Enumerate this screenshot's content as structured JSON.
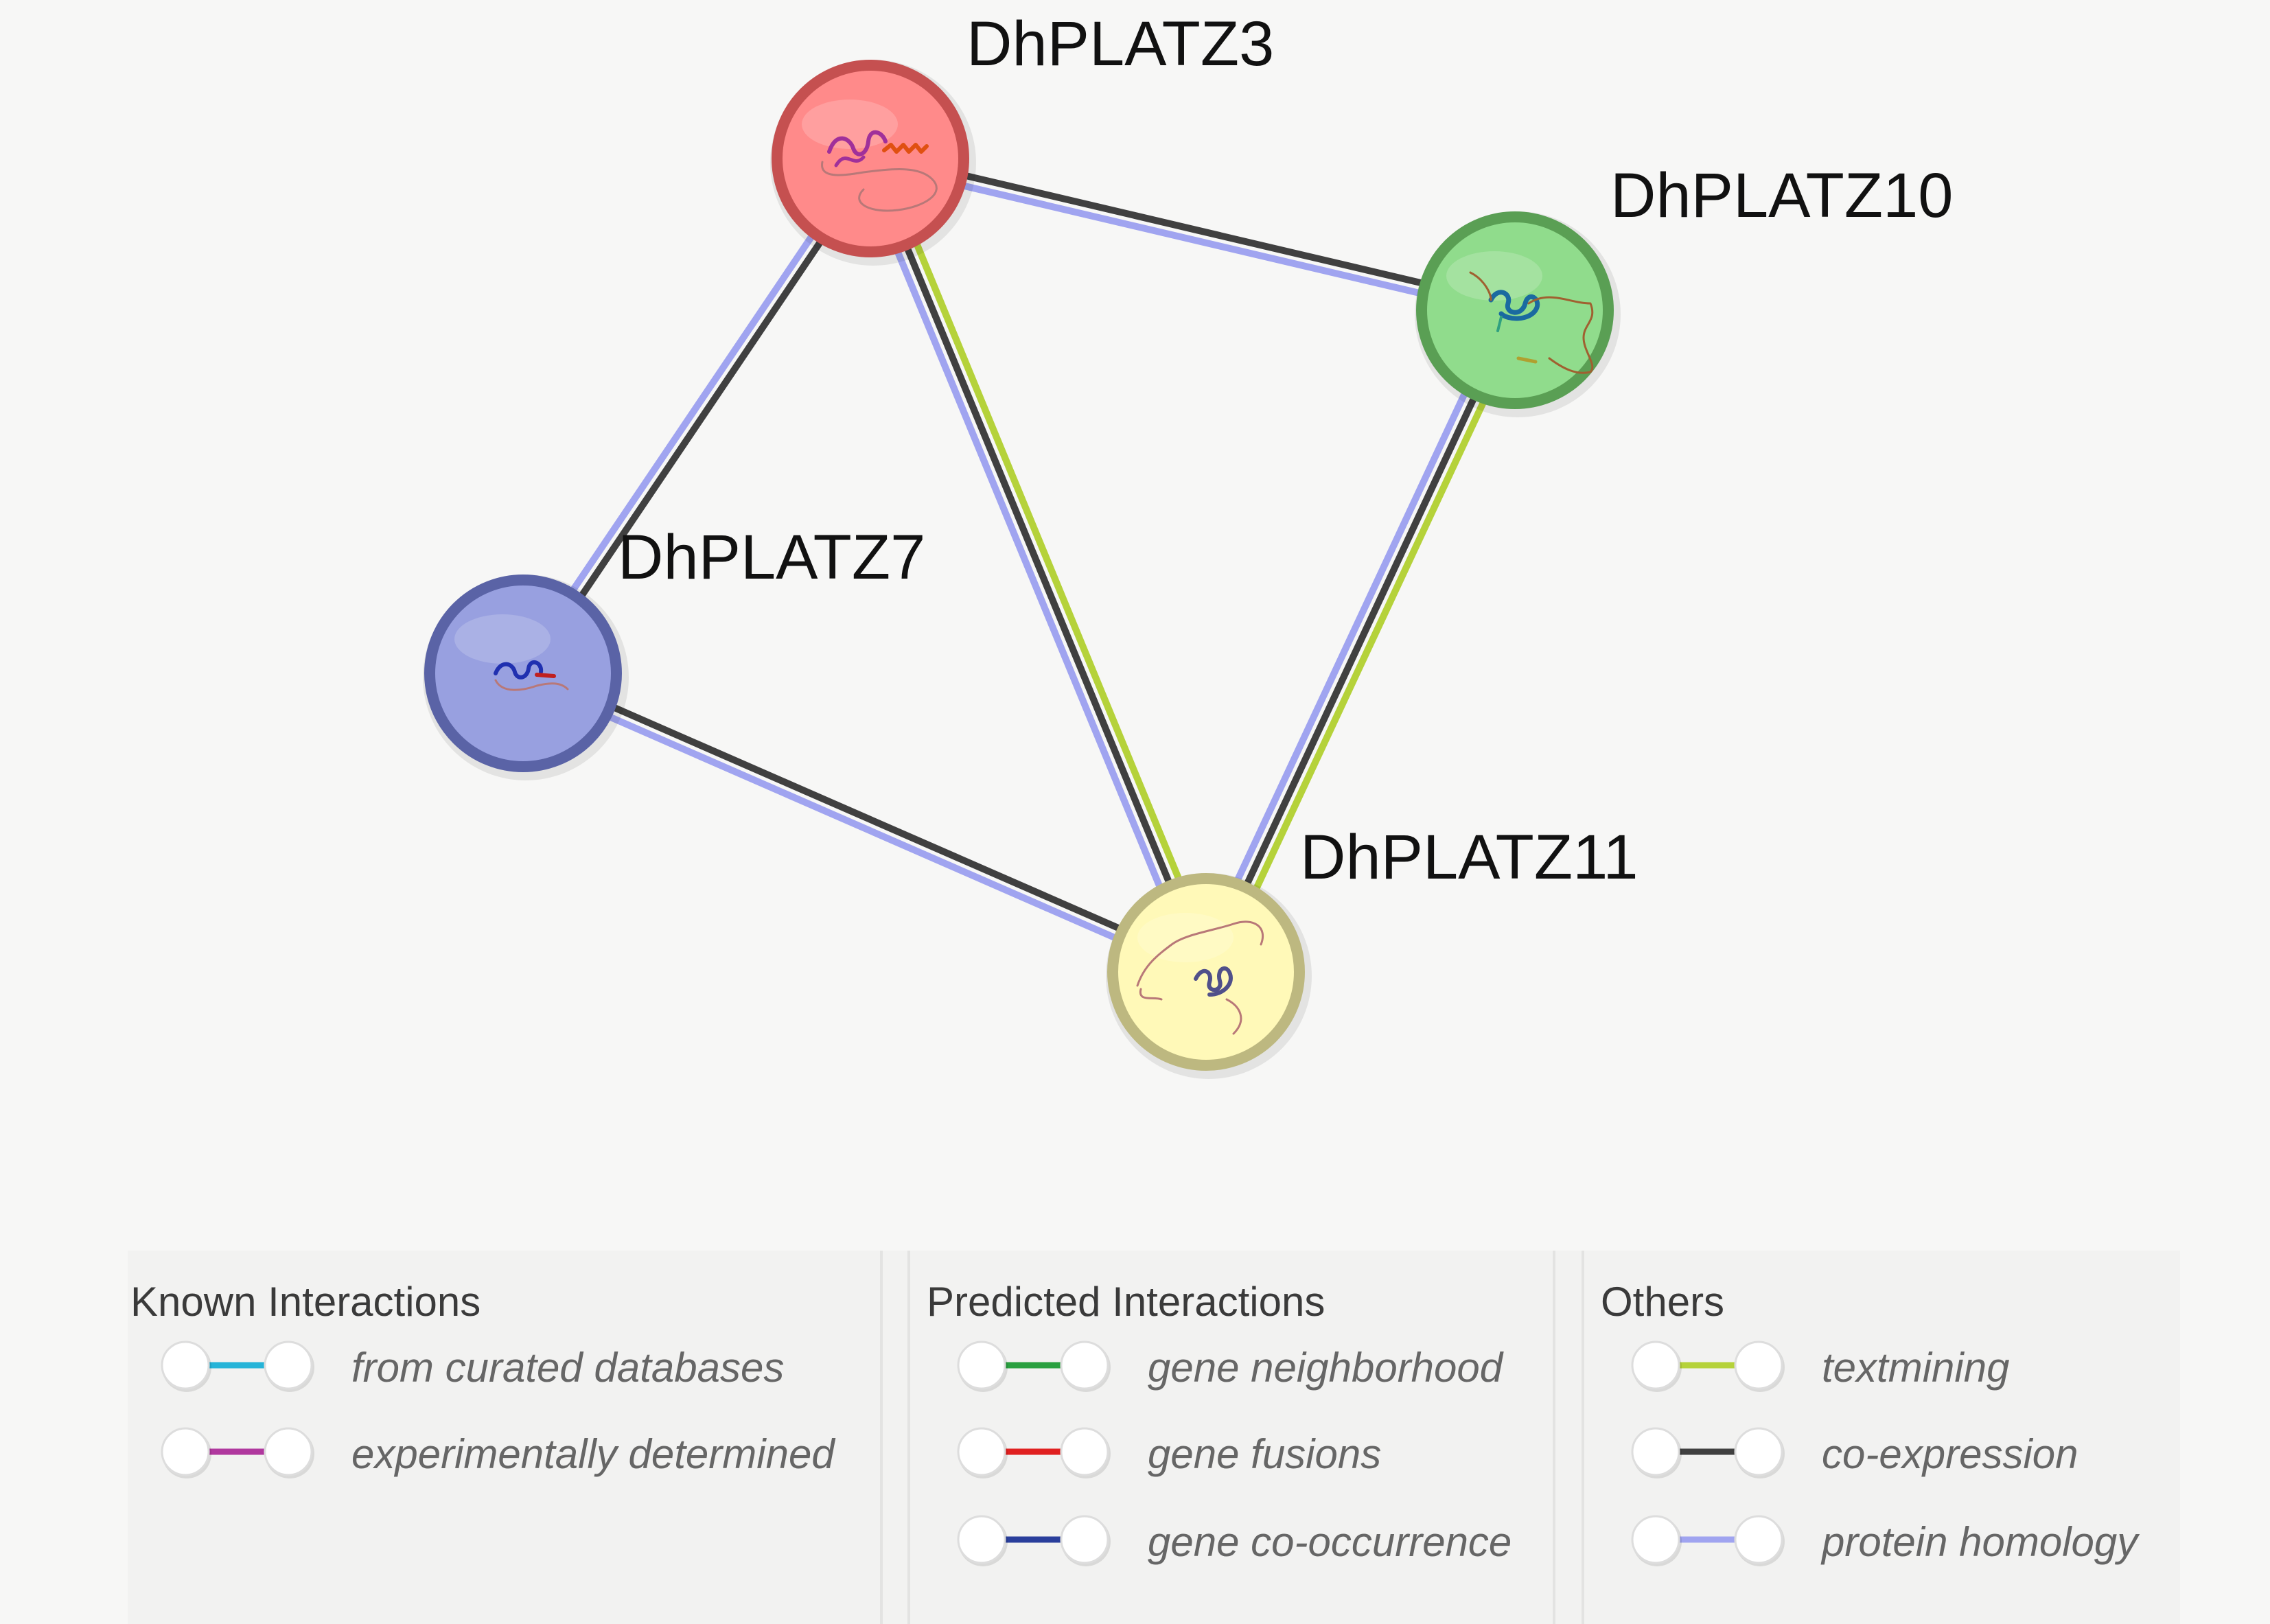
{
  "nodes": [
    {
      "id": "DhPLATZ3",
      "label": "DhPLATZ3",
      "fill": "#ff8a8a",
      "stroke": "#c55050",
      "protein": "#a0309a"
    },
    {
      "id": "DhPLATZ10",
      "label": "DhPLATZ10",
      "fill": "#90dc8c",
      "stroke": "#5a9f54",
      "protein": "#1a6aa0"
    },
    {
      "id": "DhPLATZ7",
      "label": "DhPLATZ7",
      "fill": "#98a0e0",
      "stroke": "#5a63a6",
      "protein": "#2030b0"
    },
    {
      "id": "DhPLATZ11",
      "label": "DhPLATZ11",
      "fill": "#fff9b8",
      "stroke": "#bdb880",
      "protein": "#50508a"
    }
  ],
  "edges": [
    {
      "from": "DhPLATZ3",
      "to": "DhPLATZ10",
      "types": [
        "coexpression",
        "homology"
      ]
    },
    {
      "from": "DhPLATZ3",
      "to": "DhPLATZ7",
      "types": [
        "coexpression",
        "homology"
      ]
    },
    {
      "from": "DhPLATZ3",
      "to": "DhPLATZ11",
      "types": [
        "textmining",
        "coexpression",
        "homology"
      ]
    },
    {
      "from": "DhPLATZ7",
      "to": "DhPLATZ11",
      "types": [
        "coexpression",
        "homology"
      ]
    },
    {
      "from": "DhPLATZ10",
      "to": "DhPLATZ11",
      "types": [
        "textmining",
        "coexpression",
        "homology"
      ]
    }
  ],
  "edge_colors": {
    "curated": "#26b4d8",
    "experimental": "#b0389e",
    "neighborhood": "#2aa040",
    "fusion": "#e02020",
    "cooccurrence": "#2a3f9c",
    "textmining": "#b5d23a",
    "coexpression": "#404040",
    "homology": "#a0a4f0"
  },
  "legend": {
    "known": {
      "title": "Known Interactions",
      "items": [
        {
          "label": "from curated databases",
          "type": "curated"
        },
        {
          "label": "experimentally determined",
          "type": "experimental"
        }
      ]
    },
    "predicted": {
      "title": "Predicted Interactions",
      "items": [
        {
          "label": "gene neighborhood",
          "type": "neighborhood"
        },
        {
          "label": "gene fusions",
          "type": "fusion"
        },
        {
          "label": "gene co-occurrence",
          "type": "cooccurrence"
        }
      ]
    },
    "others": {
      "title": "Others",
      "items": [
        {
          "label": "textmining",
          "type": "textmining"
        },
        {
          "label": "co-expression",
          "type": "coexpression"
        },
        {
          "label": "protein homology",
          "type": "homology"
        }
      ]
    }
  }
}
